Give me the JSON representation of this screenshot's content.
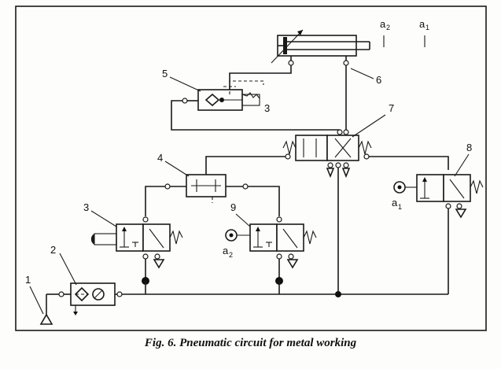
{
  "figure": {
    "caption": "Fig. 6. Pneumatic circuit for metal working",
    "labels": {
      "n1": "1",
      "n2": "2",
      "n3a": "3",
      "n3b": "3",
      "n4": "4",
      "n5": "5",
      "n6": "6",
      "n7": "7",
      "n8": "8",
      "n9": "9",
      "a1_top": "a",
      "a1_top_sub": "1",
      "a2_top": "a",
      "a2_top_sub": "2",
      "a1_valve": "a",
      "a1_valve_sub": "1",
      "a2_valve": "a",
      "a2_valve_sub": "2"
    }
  },
  "colors": {
    "ink": "#1a1a1a",
    "paper": "#fdfdfb"
  }
}
